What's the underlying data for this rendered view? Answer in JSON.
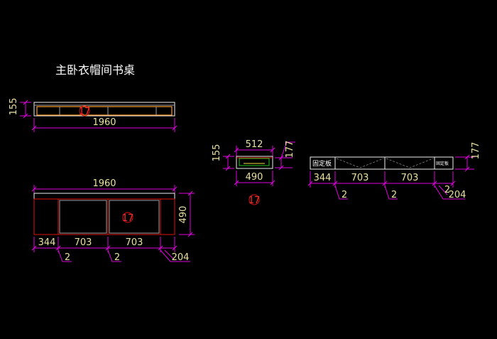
{
  "title": "主卧衣帽间书桌",
  "top_view": {
    "height_dim": "155",
    "width_dim": "1960",
    "tag": "17"
  },
  "front_view": {
    "width_dim": "1960",
    "height_dim": "490",
    "tag": "17",
    "seg1": "344",
    "seg2": "703",
    "seg3": "703",
    "seg4": "204",
    "callout1": "2",
    "callout2": "2"
  },
  "side_view": {
    "top_dim": "512",
    "left_dim": "155",
    "right_dim": "177",
    "bottom_dim": "490",
    "tag": "17"
  },
  "right_view": {
    "label_left": "固定板",
    "label_right": "固定板",
    "height_dim": "177",
    "seg1": "344",
    "seg2": "703",
    "seg3": "703",
    "seg4": "204",
    "callout1": "2",
    "callout2": "2",
    "callout3": "2"
  }
}
